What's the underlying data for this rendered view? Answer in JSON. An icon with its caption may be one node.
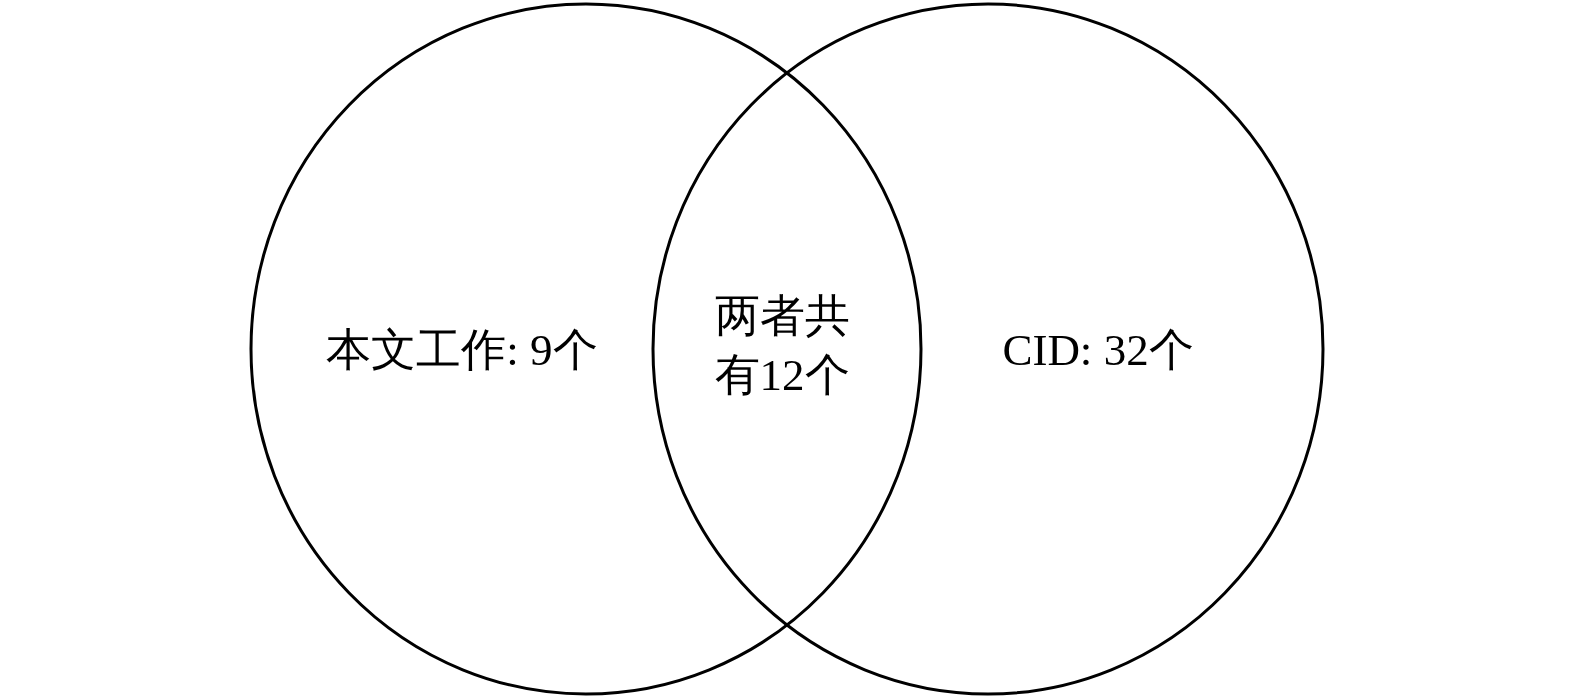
{
  "diagram": {
    "nodes": [
      {
        "text": [
          "本文工作: 9个"
        ]
      },
      {
        "text": [
          "CID: 32个"
        ]
      }
    ],
    "labels": [
      "两者共有12个"
    ]
  }
}
